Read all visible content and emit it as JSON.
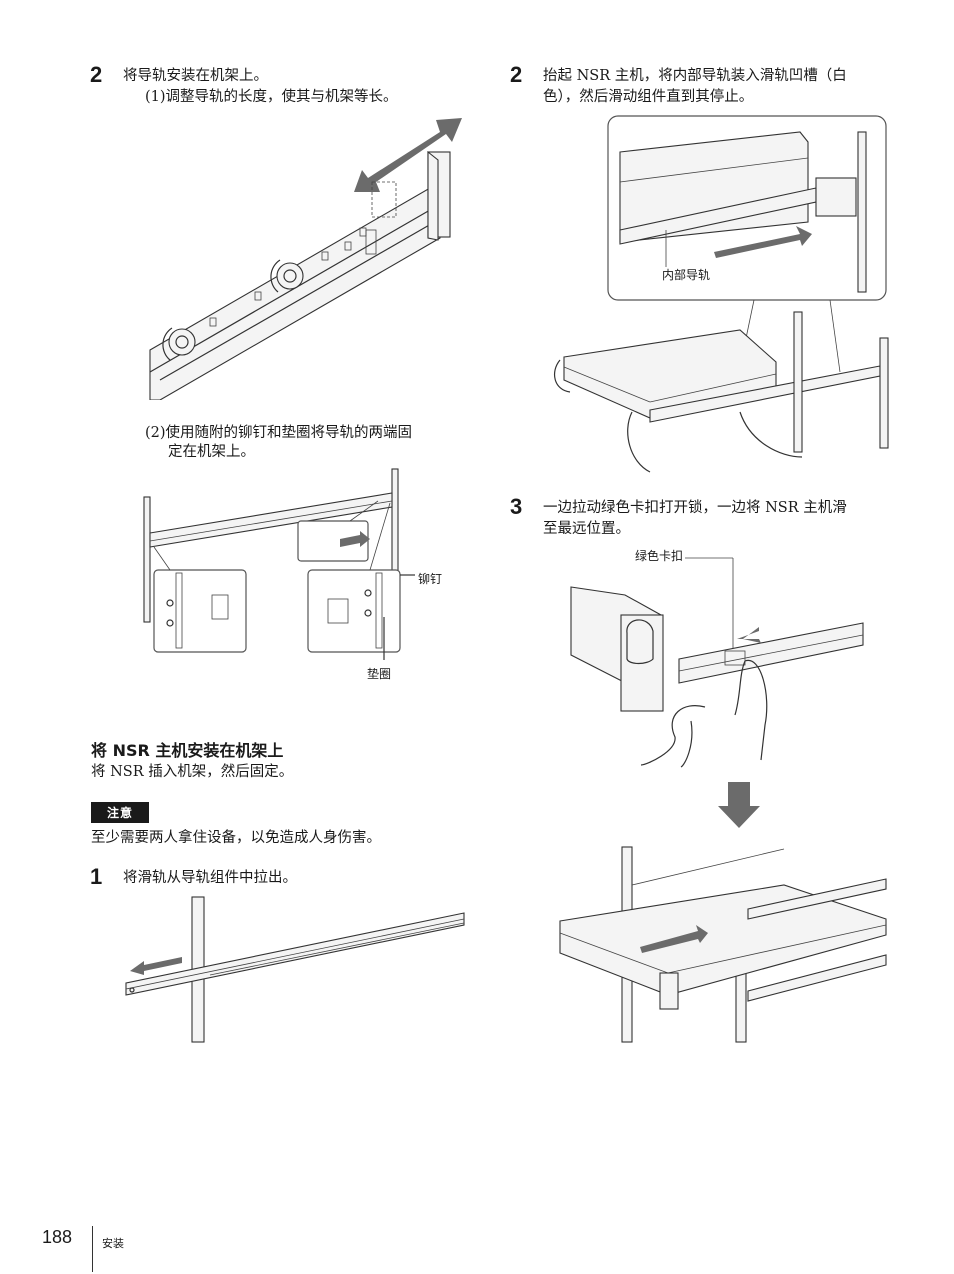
{
  "left": {
    "step2": {
      "number": "2",
      "title": "将导轨安装在机架上。",
      "sub1": "(1)调整导轨的长度，使其与机架等长。",
      "sub2_line1": "(2)使用随附的铆钉和垫圈将导轨的两端固",
      "sub2_line2": "定在机架上。",
      "label_rivet": "铆钉",
      "label_washer": "垫圈"
    },
    "section": {
      "heading": "将 NSR 主机安装在机架上",
      "intro": "将 NSR 插入机架，然后固定。",
      "caution_label": "注意",
      "caution_text": "至少需要两人拿住设备，以免造成人身伤害。"
    },
    "step1": {
      "number": "1",
      "title": "将滑轨从导轨组件中拉出。"
    }
  },
  "right": {
    "step2": {
      "number": "2",
      "line1": "抬起 NSR 主机，将内部导轨装入滑轨凹槽（白",
      "line2": "色），然后滑动组件直到其停止。",
      "label_inner_rail": "内部导轨"
    },
    "step3": {
      "number": "3",
      "line1": "一边拉动绿色卡扣打开锁，一边将 NSR 主机滑",
      "line2": "至最远位置。",
      "label_green_tab": "绿色卡扣"
    }
  },
  "footer": {
    "page_number": "188",
    "section": "安装"
  }
}
